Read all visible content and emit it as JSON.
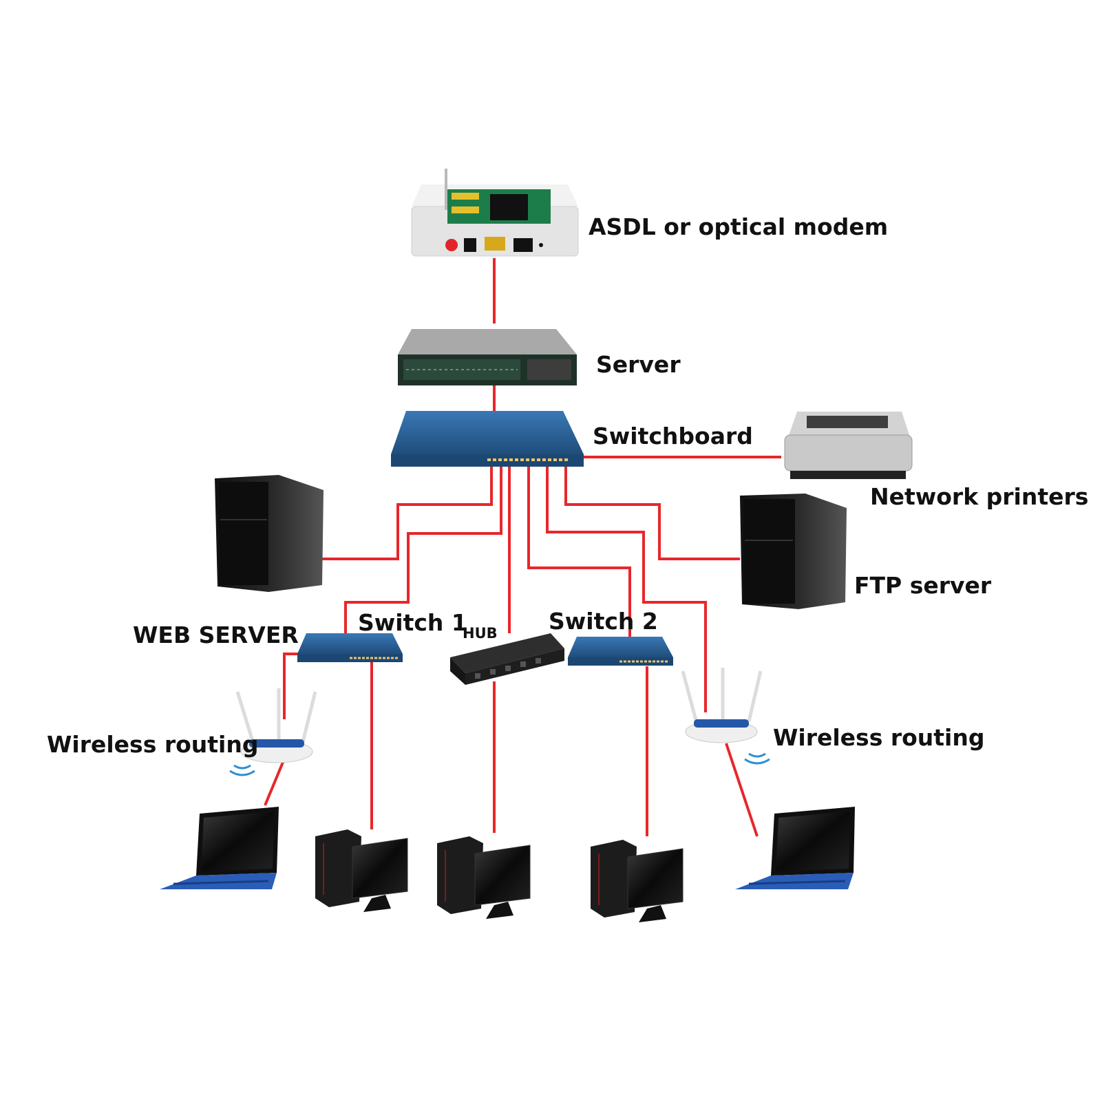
{
  "labels": {
    "modem": "ASDL or optical modem",
    "server": "Server",
    "switchboard": "Switchboard",
    "network_printers": "Network printers",
    "ftp_server": "FTP server",
    "web_server": "WEB SERVER",
    "switch_1": "Switch 1",
    "hub": "HUB",
    "switch_2": "Switch 2",
    "wireless_routing_left": "Wireless routing",
    "wireless_routing_right": "Wireless routing"
  },
  "colors": {
    "wire": "#e8262b",
    "switch_blue": "#2a5f92",
    "device_dark": "#1b1b1b",
    "modem_body": "#e9e9e9",
    "laptop_blue": "#2a5db8"
  }
}
